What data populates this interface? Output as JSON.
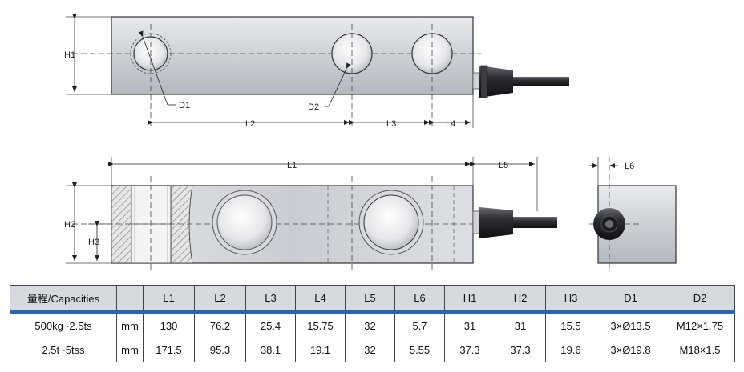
{
  "labels": {
    "top_view": {
      "h1": "H1",
      "d1": "D1",
      "d2": "D2",
      "l2": "L2",
      "l3": "L3",
      "l4": "L4"
    },
    "front_view": {
      "l1": "L1",
      "l5": "L5",
      "h2": "H2",
      "h3": "H3"
    },
    "end_view": {
      "l6": "L6"
    }
  },
  "table": {
    "headers": [
      "量程/Capacities",
      "",
      "L1",
      "L2",
      "L3",
      "L4",
      "L5",
      "L6",
      "H1",
      "H2",
      "H3",
      "D1",
      "D2"
    ],
    "rows": [
      [
        "500kg~2.5ts",
        "mm",
        "130",
        "76.2",
        "25.4",
        "15.75",
        "32",
        "5.7",
        "31",
        "31",
        "15.5",
        "3×Ø13.5",
        "M12×1.75"
      ],
      [
        "2.5t~5tss",
        "mm",
        "171.5",
        "95.3",
        "38.1",
        "19.1",
        "32",
        "5.55",
        "37.3",
        "37.3",
        "19.6",
        "3×Ø19.8",
        "M18×1.5"
      ]
    ]
  },
  "colors": {
    "table_header_bg": "#d6d9de",
    "header_rule": "#2a64b4",
    "metal": "#c8ccd2"
  }
}
